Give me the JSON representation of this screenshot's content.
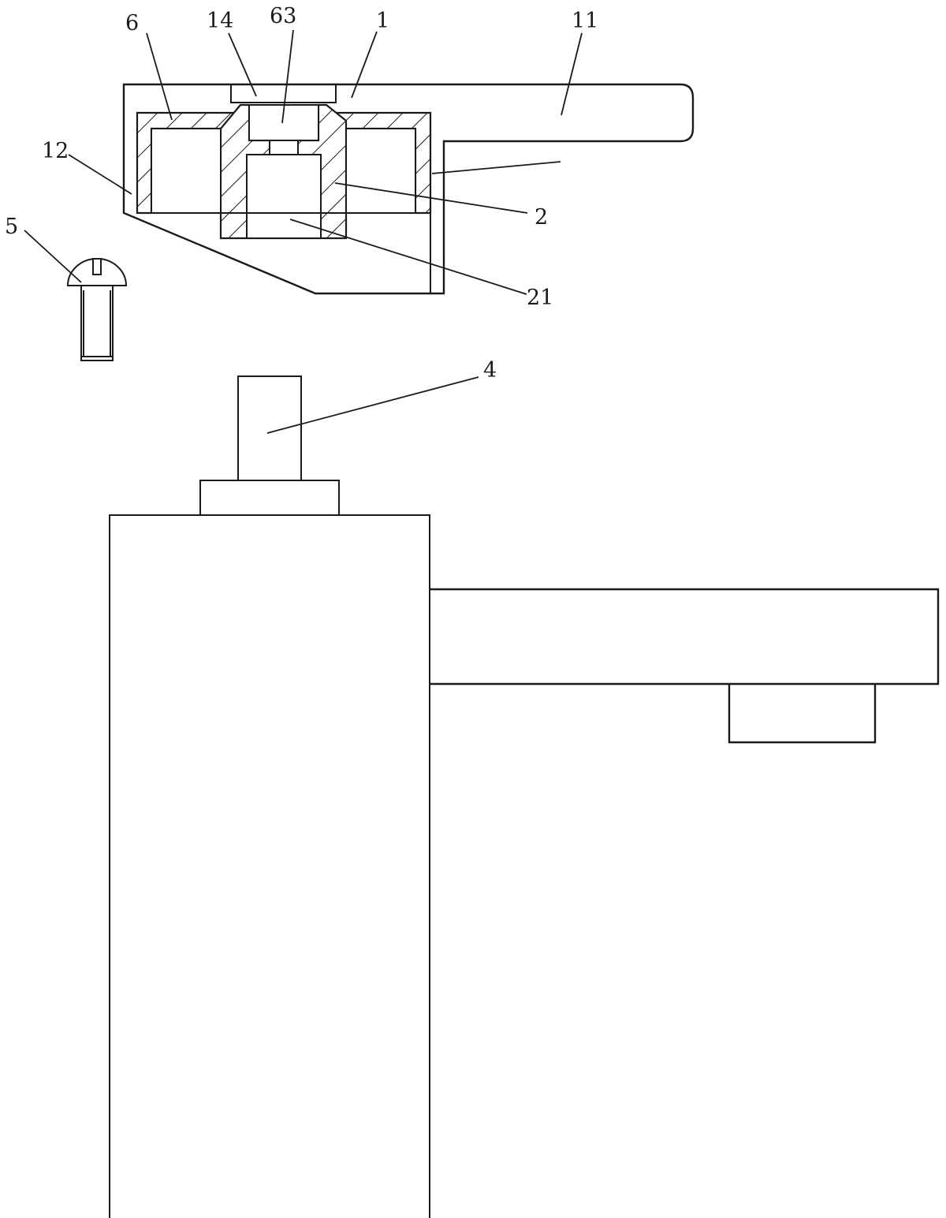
{
  "labels": {
    "l1": "1",
    "l2": "2",
    "l4": "4",
    "l5": "5",
    "l6": "6",
    "l11": "11",
    "l12": "12",
    "l14": "14",
    "l21": "21",
    "l63": "63"
  },
  "colors": {
    "line": "#1a1a1a",
    "background": "#ffffff"
  }
}
